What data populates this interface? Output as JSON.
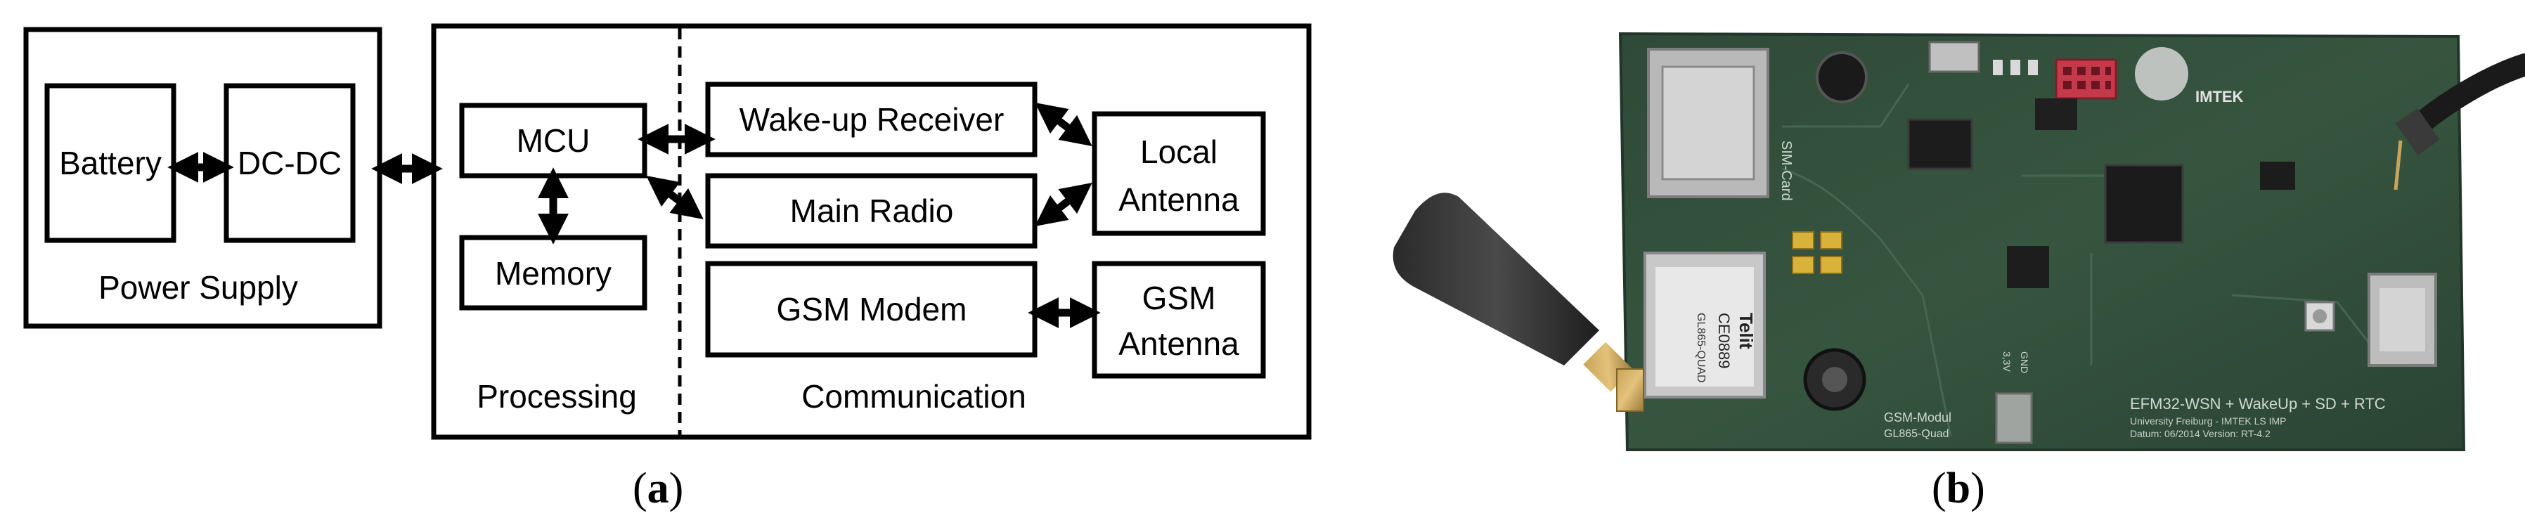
{
  "diagram": {
    "power_supply": {
      "label": "Power Supply",
      "battery": "Battery",
      "dcdc": "DC-DC"
    },
    "processing": {
      "label": "Processing",
      "mcu": "MCU",
      "memory": "Memory"
    },
    "communication": {
      "label": "Communication",
      "wakeup": "Wake-up Receiver",
      "main_radio": "Main Radio",
      "gsm_modem": "GSM Modem",
      "local_antenna_line1": "Local",
      "local_antenna_line2": "Antenna",
      "gsm_antenna_line1": "GSM",
      "gsm_antenna_line2": "Antenna"
    }
  },
  "captions": {
    "a": {
      "open": "(",
      "letter": "a",
      "close": ")"
    },
    "b": {
      "open": "(",
      "letter": "b",
      "close": ")"
    }
  },
  "photo": {
    "board_silkscreen": {
      "line1": "EFM32-WSN + WakeUp + SD + RTC",
      "line2": "University Freiburg - IMTEK LS IMP",
      "line3": "Datum: 06/2014   Version: RT-4.2",
      "gsm_module": "GSM-Modul",
      "gsm_module_sub": "GL865-Quad",
      "sim_card": "SIM-Card",
      "voltage": "3,3V",
      "gnd": "GND",
      "logo": "IMTEK"
    },
    "modem_label": {
      "brand": "Telit",
      "ce": "CE0889",
      "model": "GL865-QUAD"
    }
  }
}
